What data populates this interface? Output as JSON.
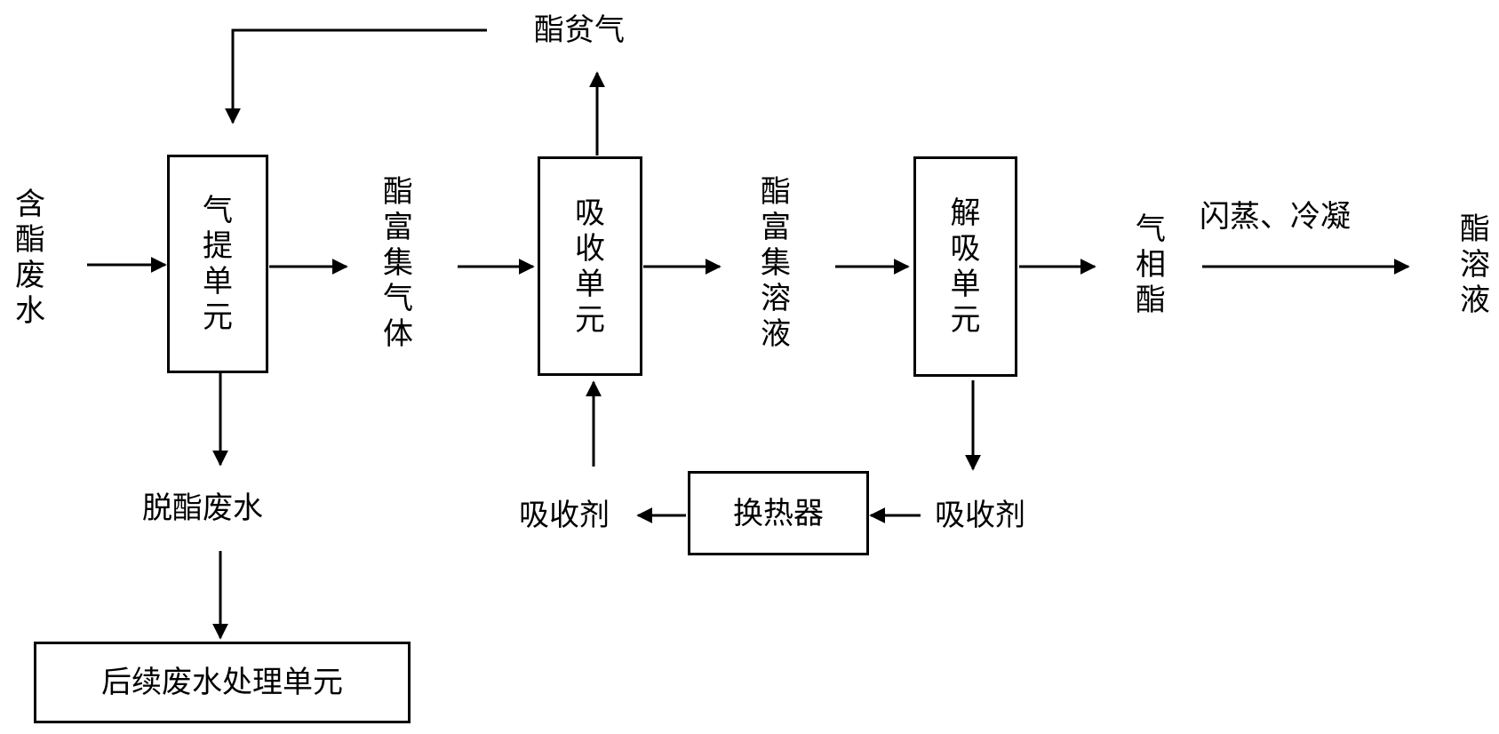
{
  "units": {
    "stripping": "气提单元",
    "absorption": "吸收单元",
    "desorption": "解吸单元",
    "heat_exchanger": "换热器",
    "wastewater_treatment": "后续废水处理单元"
  },
  "streams": {
    "feed": "含酯废水",
    "ester_lean_gas": "酯贫气",
    "ester_rich_gas": "酯富集气体",
    "ester_rich_solution": "酯富集溶液",
    "gas_phase_ester": "气相酯",
    "flash_condense": "闪蒸、冷凝",
    "ester_solution": "酯溶液",
    "deesterified_wastewater": "脱酯废水",
    "absorbent_in": "吸收剂",
    "absorbent_out": "吸收剂"
  }
}
